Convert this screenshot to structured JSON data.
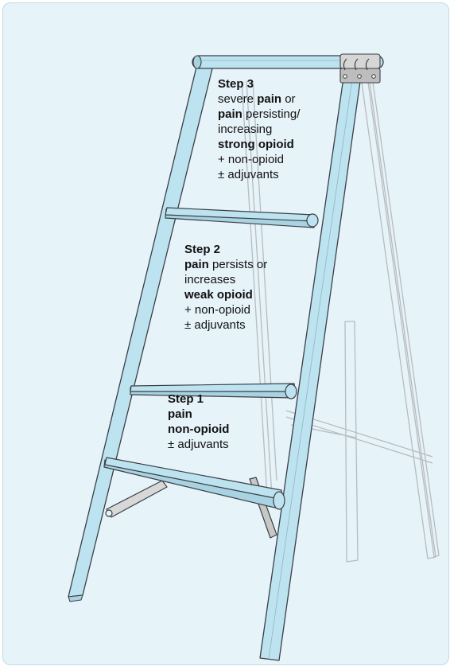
{
  "steps": [
    {
      "number": "Step 3",
      "lines": [
        [
          {
            "t": "severe ",
            "b": false
          },
          {
            "t": "pain",
            "b": true
          },
          {
            "t": " or",
            "b": false
          }
        ],
        [
          {
            "t": "pain",
            "b": true
          },
          {
            "t": " persisting/",
            "b": false
          }
        ],
        [
          {
            "t": "increasing",
            "b": false
          }
        ],
        [
          {
            "t": "strong opioid",
            "b": true
          }
        ],
        [
          {
            "t": "+ non-opioid",
            "b": false
          }
        ],
        [
          {
            "t": "± adjuvants",
            "b": false
          }
        ]
      ]
    },
    {
      "number": "Step 2",
      "lines": [
        [
          {
            "t": "pain",
            "b": true
          },
          {
            "t": " persists or",
            "b": false
          }
        ],
        [
          {
            "t": "increases",
            "b": false
          }
        ],
        [
          {
            "t": "weak opioid",
            "b": true
          }
        ],
        [
          {
            "t": "+ non-opioid",
            "b": false
          }
        ],
        [
          {
            "t": "± adjuvants",
            "b": false
          }
        ]
      ]
    },
    {
      "number": "Step 1",
      "lines": [
        [
          {
            "t": "pain",
            "b": true
          }
        ],
        [
          {
            "t": "non-opioid",
            "b": true
          }
        ],
        [
          {
            "t": "± adjuvants",
            "b": false
          }
        ]
      ]
    }
  ],
  "colors": {
    "background": "#e6f3f9",
    "ladder_fill": "#bde3f0",
    "ladder_stroke": "#3a3f44",
    "back_legs": "#b7bcc0",
    "hinge": "#b9b9b9"
  }
}
